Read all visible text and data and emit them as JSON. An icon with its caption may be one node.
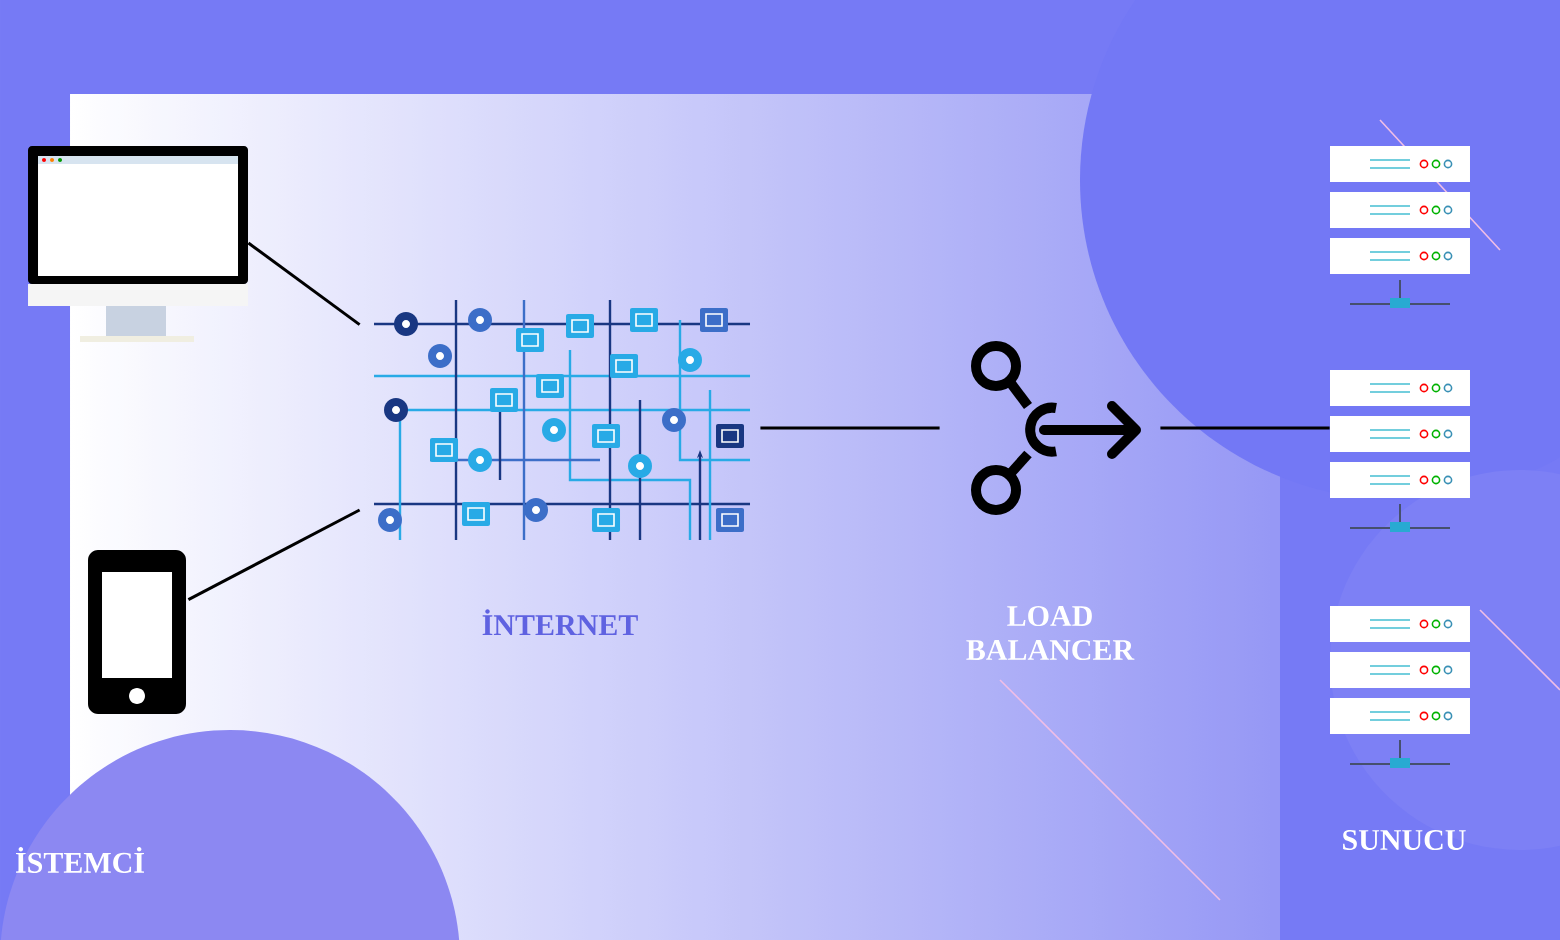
{
  "diagram": {
    "nodes": [
      {
        "text": [],
        "shape": "picture"
      },
      {
        "text": [],
        "shape": "picture"
      },
      {
        "text": [
          "İNTERNET"
        ]
      },
      {
        "text": [
          "LOAD BALANCER"
        ]
      },
      {
        "text": [],
        "shape": "picture"
      },
      {
        "text": [],
        "shape": "picture"
      },
      {
        "text": [],
        "shape": "picture"
      }
    ],
    "edges": [
      {
        "from": 0,
        "to": 2,
        "arrow": "none"
      },
      {
        "from": 1,
        "to": 2,
        "arrow": "none"
      },
      {
        "from": 2,
        "to": 3,
        "arrow": "none"
      },
      {
        "from": 3,
        "to": 5,
        "arrow": "none"
      }
    ],
    "labels": [
      "İSTEMCİ",
      "SUNUCU"
    ]
  }
}
